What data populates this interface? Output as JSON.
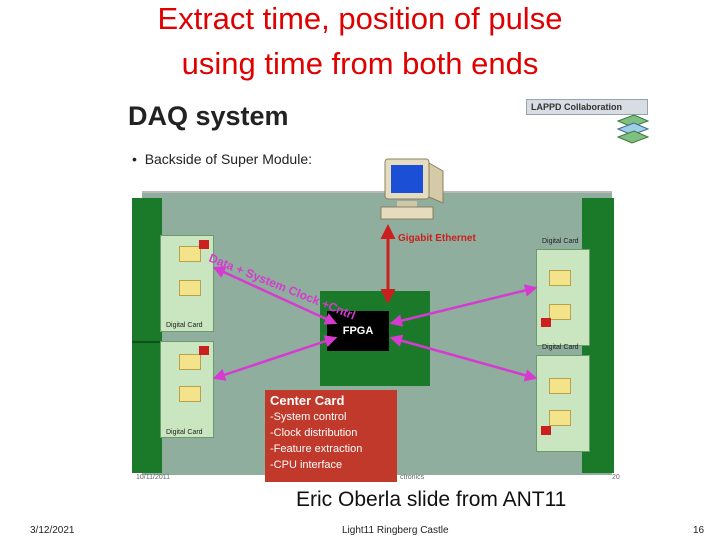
{
  "title": {
    "line1": "Extract time, position of pulse",
    "line2": "using time from both ends"
  },
  "slide": {
    "heading": "DAQ system",
    "bullet": "Backside of Super Module:",
    "badge": "LAPPD Collaboration",
    "gigabit": "Gigabit Ethernet",
    "data_label": "Data + System Clock +Cntrl",
    "fpga": "FPGA",
    "digital_card": "Digital Card",
    "center_card": {
      "title": "Center Card",
      "items": [
        "-System control",
        "-Clock distribution",
        "-Feature extraction",
        "-CPU interface"
      ]
    },
    "footer_date": "10/11/2011",
    "footer_mid": "ctronics",
    "footer_num": "20"
  },
  "credit": "Eric Oberla slide from ANT11",
  "footer": {
    "date": "3/12/2021",
    "venue": "Light11 Ringberg Castle",
    "page": "16"
  },
  "colors": {
    "title": "#e00000",
    "board": "#8fae9e",
    "rail": "#1b7a2a",
    "center_card": "#c0392b",
    "arrow": "#d63ad0"
  }
}
